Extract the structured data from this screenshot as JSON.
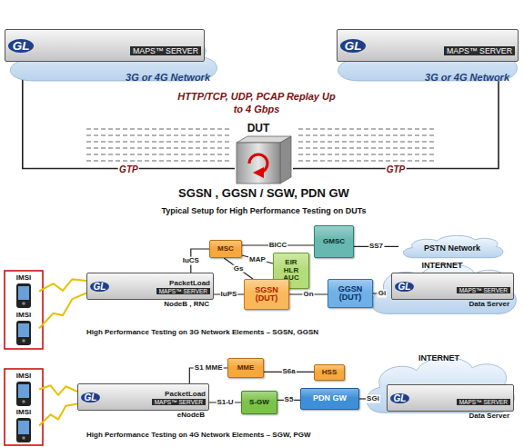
{
  "diagram": {
    "nodes": [
      {
        "text": [
          "3G or 4G Network"
        ]
      },
      {
        "text": [
          "GL",
          "PacketLoad",
          "MAPS™ SERVER"
        ],
        "in": 0
      },
      {
        "text": [
          "3G or 4G Network"
        ]
      },
      {
        "text": [
          "GL",
          "PacketLoad",
          "MAPS™ SERVER"
        ],
        "in": 2
      },
      {
        "text": [
          "DUT"
        ]
      },
      {
        "text": [
          "IMSI"
        ]
      },
      {
        "text": [
          "IMSI"
        ]
      },
      {
        "text": [
          "GL",
          "PacketLoad",
          "MAPS™ SERVER",
          "NodeB , RNC"
        ]
      },
      {
        "text": [
          "MSC"
        ]
      },
      {
        "text": [
          "GMSC"
        ]
      },
      {
        "text": [
          "PSTN Network"
        ]
      },
      {
        "text": [
          "EIR HLR AUC"
        ]
      },
      {
        "text": [
          "SGSN (DUT)"
        ]
      },
      {
        "text": [
          "GGSN (DUT)"
        ]
      },
      {
        "text": [
          "INTERNET"
        ]
      },
      {
        "text": [
          "GL",
          "PacketLoad",
          "MAPS™ SERVER",
          "Data Server"
        ],
        "in": 14
      },
      {
        "text": [
          "IMSI"
        ]
      },
      {
        "text": [
          "IMSI"
        ]
      },
      {
        "text": [
          "GL",
          "PacketLoad",
          "MAPS™ SERVER",
          "eNodeB"
        ]
      },
      {
        "text": [
          "MME"
        ]
      },
      {
        "text": [
          "HSS"
        ]
      },
      {
        "text": [
          "S-GW"
        ]
      },
      {
        "text": [
          "PDN GW"
        ]
      },
      {
        "text": [
          "INTERNET"
        ]
      },
      {
        "text": [
          "GL",
          "PacketLoad",
          "MAPS™ SERVER",
          "Data Server"
        ],
        "in": 23
      }
    ],
    "edges": [
      {
        "from": 4,
        "to": 1,
        "arrow": "to",
        "label": "GTP"
      },
      {
        "from": 4,
        "to": 3,
        "arrow": "to",
        "label": "GTP"
      },
      {
        "from": 5,
        "to": 7,
        "arrow": "none"
      },
      {
        "from": 6,
        "to": 7,
        "arrow": "none"
      },
      {
        "from": 7,
        "to": 8,
        "arrow": "none",
        "label": "IuCS"
      },
      {
        "from": 7,
        "to": 12,
        "arrow": "none",
        "label": "IuPS"
      },
      {
        "from": 8,
        "to": 9,
        "arrow": "none",
        "label": "BICC"
      },
      {
        "from": 9,
        "to": 10,
        "arrow": "none",
        "label": "SS7"
      },
      {
        "from": 8,
        "to": 11,
        "arrow": "none",
        "label": "MAP"
      },
      {
        "from": 8,
        "to": 12,
        "arrow": "none",
        "label": "Gs"
      },
      {
        "from": 12,
        "to": 13,
        "arrow": "none",
        "label": "Gn"
      },
      {
        "from": 13,
        "to": 15,
        "arrow": "none",
        "label": "Gi"
      },
      {
        "from": 16,
        "to": 18,
        "arrow": "none"
      },
      {
        "from": 17,
        "to": 18,
        "arrow": "none"
      },
      {
        "from": 18,
        "to": 19,
        "arrow": "none",
        "label": "S1 MME"
      },
      {
        "from": 19,
        "to": 20,
        "arrow": "none",
        "label": "S6a"
      },
      {
        "from": 18,
        "to": 21,
        "arrow": "none",
        "label": "S1-U"
      },
      {
        "from": 21,
        "to": 22,
        "arrow": "none",
        "label": "S5"
      },
      {
        "from": 22,
        "to": 24,
        "arrow": "none",
        "label": "SGi"
      }
    ],
    "labels": [
      "HTTP/TCP, UDP, PCAP Replay Up to 4 Gbps",
      "SGSN , GGSN / SGW, PDN GW",
      "Typical Setup for High Performance Testing on DUTs",
      "High Performance Testing on 3G Network Elements – SGSN, GGSN",
      "High Performance Testing on 4G Network Elements – SGW, PGW"
    ]
  }
}
